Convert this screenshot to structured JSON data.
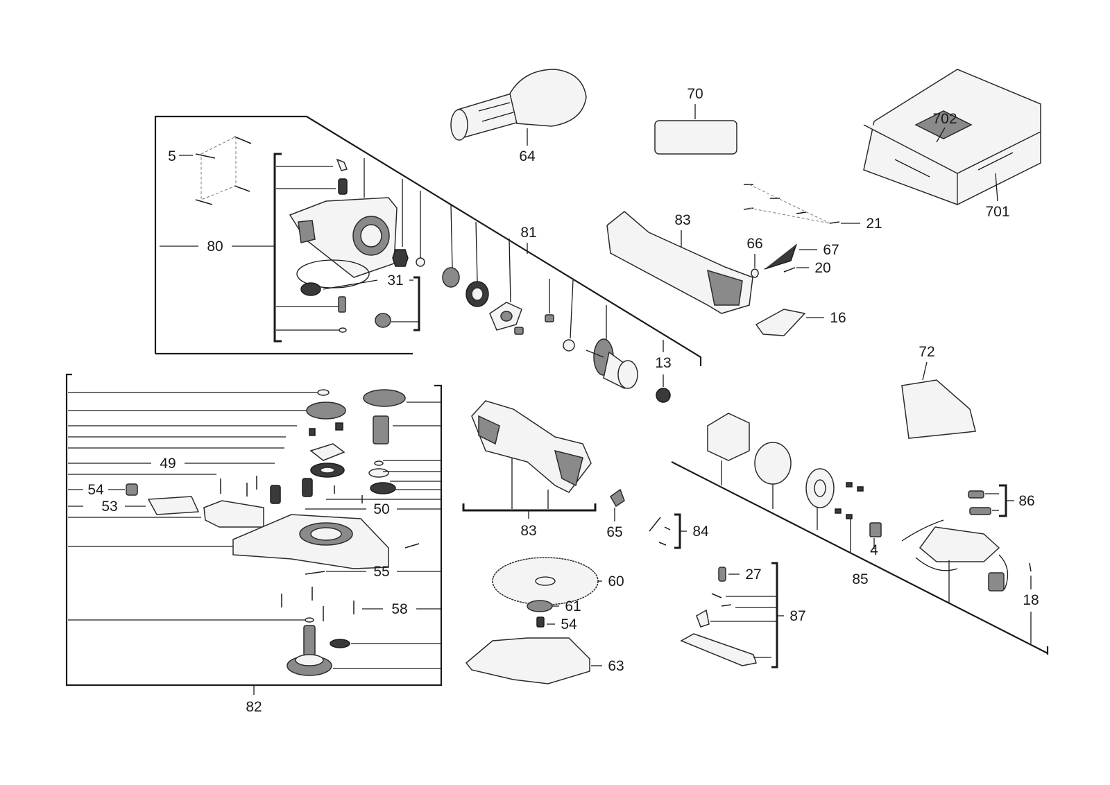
{
  "labels": {
    "l70": "70",
    "l702": "702",
    "l701": "701",
    "l64": "64",
    "l5": "5",
    "l80": "80",
    "l31": "31",
    "l81": "81",
    "l83a": "83",
    "l66": "66",
    "l67": "67",
    "l21": "21",
    "l20": "20",
    "l16": "16",
    "l13": "13",
    "l72": "72",
    "l49": "49",
    "l54a": "54",
    "l53": "53",
    "l50": "50",
    "l55": "55",
    "l58": "58",
    "l82": "82",
    "l83b": "83",
    "l65": "65",
    "l60": "60",
    "l61": "61",
    "l54b": "54",
    "l63": "63",
    "l84": "84",
    "l27": "27",
    "l87": "87",
    "l85": "85",
    "l4": "4",
    "l86": "86",
    "l18": "18"
  },
  "colors": {
    "line": "#1a1a1a",
    "part_fill": "#f4f4f4",
    "part_dark": "#3a3a3a",
    "background": "#ffffff"
  }
}
